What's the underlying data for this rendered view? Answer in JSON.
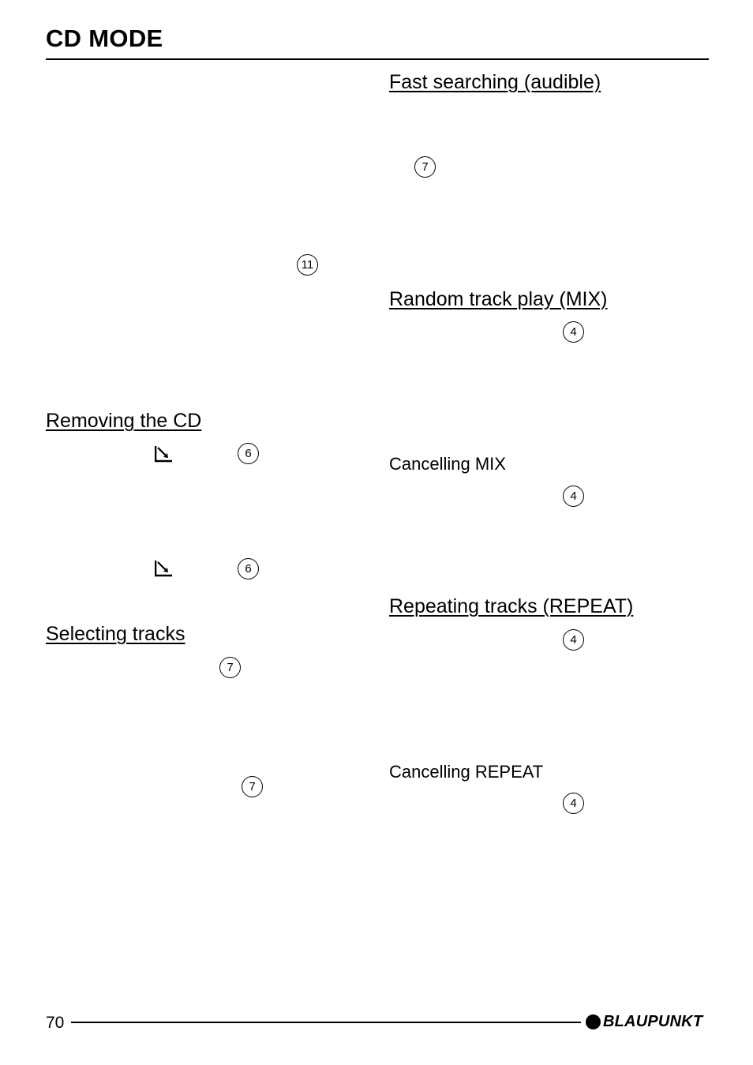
{
  "page": {
    "title": "CD MODE",
    "page_number": "70",
    "brand": "BLAUPUNKT"
  },
  "left_column": {
    "callout_top": "11",
    "removing_cd": {
      "heading": "Removing the CD",
      "icon_1": "eject-icon",
      "callout_1": "6",
      "icon_2": "eject-icon",
      "callout_2": "6"
    },
    "selecting_tracks": {
      "heading": "Selecting tracks",
      "callout_1": "7",
      "callout_2": "7"
    }
  },
  "right_column": {
    "fast_search": {
      "heading": "Fast searching (audible)",
      "callout": "7"
    },
    "mix": {
      "heading": "Random track play (MIX)",
      "callout": "4",
      "cancel_heading": "Cancelling MIX",
      "cancel_callout": "4"
    },
    "repeat": {
      "heading": "Repeating tracks (REPEAT)",
      "callout": "4",
      "cancel_heading": "Cancelling REPEAT",
      "cancel_callout": "4"
    }
  }
}
